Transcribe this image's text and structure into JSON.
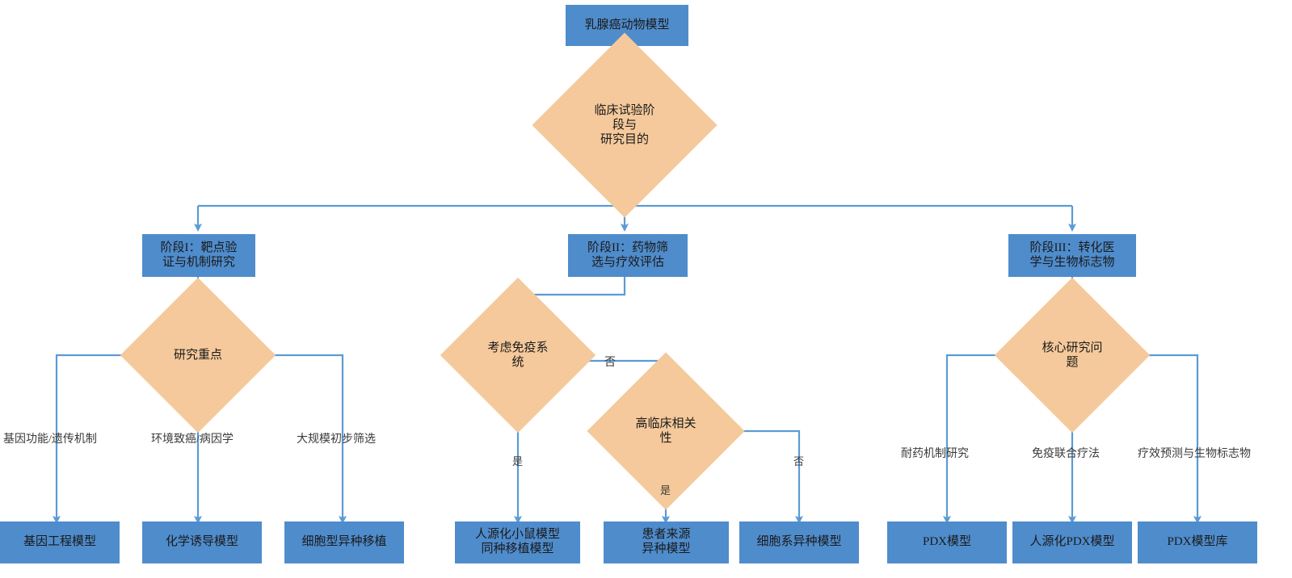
{
  "diagram": {
    "title": "乳腺癌动物模型选择流程图",
    "colors": {
      "process_fill": "#4f8ccc",
      "decision_fill": "#f5c99b",
      "edge_stroke": "#5b9bd5",
      "text": "#1a1a1a",
      "background": "#ffffff"
    },
    "nodes": {
      "root": {
        "label": "乳腺癌动物模型",
        "type": "process"
      },
      "stage_decision": {
        "label": "临床试验阶段与\n研究目的",
        "type": "decision"
      },
      "stage1": {
        "label": "阶段I：靶点验\n证与机制研究",
        "type": "process"
      },
      "stage2": {
        "label": "阶段II：药物筛\n选与疗效评估",
        "type": "process"
      },
      "stage3": {
        "label": "阶段III：转化医\n学与生物标志物",
        "type": "process"
      },
      "focus_decision": {
        "label": "研究重点",
        "type": "decision"
      },
      "immune_decision": {
        "label": "考虑免疫系统",
        "type": "decision"
      },
      "clinical_decision": {
        "label": "高临床相关性",
        "type": "decision"
      },
      "core_decision": {
        "label": "核心研究问题",
        "type": "decision"
      },
      "leaf_gem": {
        "label": "基因工程模型",
        "type": "process"
      },
      "leaf_chem": {
        "label": "化学诱导模型",
        "type": "process"
      },
      "leaf_cdx": {
        "label": "细胞型异种移植",
        "type": "process"
      },
      "leaf_humanized": {
        "label": "人源化小鼠模型\n同种移植模型",
        "type": "process"
      },
      "leaf_pdx_source": {
        "label": "患者来源\n异种模型",
        "type": "process"
      },
      "leaf_cellline": {
        "label": "细胞系异种模型",
        "type": "process"
      },
      "leaf_pdx": {
        "label": "PDX模型",
        "type": "process"
      },
      "leaf_humanized_pdx": {
        "label": "人源化PDX模型",
        "type": "process"
      },
      "leaf_pdx_bank": {
        "label": "PDX模型库",
        "type": "process"
      }
    },
    "edge_labels": {
      "focus_left": "基因功能/遗传机制",
      "focus_mid": "环境致癌/病因学",
      "focus_right": "大规模初步筛选",
      "immune_no": "否",
      "immune_yes": "是",
      "clinical_yes": "是",
      "clinical_no": "否",
      "core_left": "耐药机制研究",
      "core_mid": "免疫联合疗法",
      "core_right": "疗效预测与生物标志物"
    }
  }
}
